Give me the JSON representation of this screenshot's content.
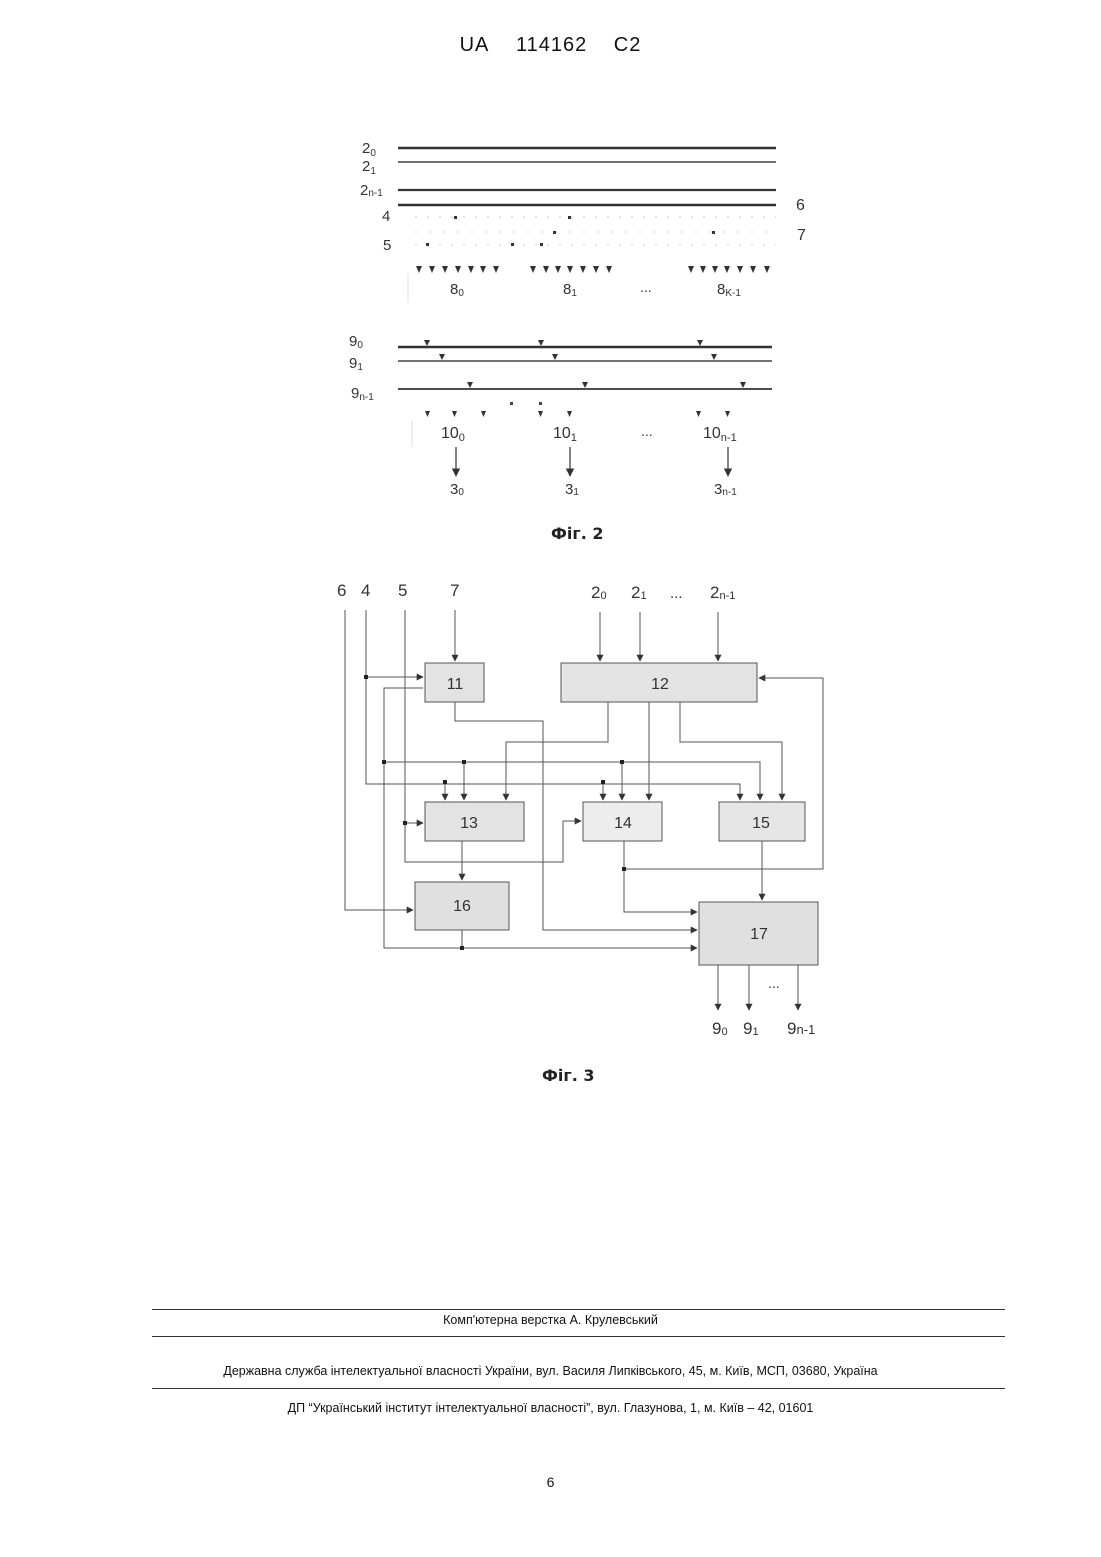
{
  "header": {
    "country": "UA",
    "number": "114162",
    "kind": "C2"
  },
  "fig2": {
    "caption": "Фіг. 2",
    "bus_labels_top": [
      {
        "base": "2",
        "sub": "0"
      },
      {
        "base": "2",
        "sub": "1"
      },
      {
        "base": "2",
        "sub": "n-1"
      }
    ],
    "line_labels": {
      "l4": "4",
      "l5": "5",
      "l6": "6",
      "l7": "7"
    },
    "blocks_8": [
      {
        "base": "8",
        "sub": "0"
      },
      {
        "base": "8",
        "sub": "1"
      },
      {
        "base": "8",
        "sub": "K-1"
      }
    ],
    "bus_labels_mid": [
      {
        "base": "9",
        "sub": "0"
      },
      {
        "base": "9",
        "sub": "1"
      },
      {
        "base": "9",
        "sub": "n-1"
      }
    ],
    "blocks_10": [
      {
        "base": "10",
        "sub": "0"
      },
      {
        "base": "10",
        "sub": "1"
      },
      {
        "base": "10",
        "sub": "n-1"
      }
    ],
    "outputs_3": [
      {
        "base": "3",
        "sub": "0"
      },
      {
        "base": "3",
        "sub": "1"
      },
      {
        "base": "3",
        "sub": "n-1"
      }
    ],
    "ellipsis": "..."
  },
  "fig3": {
    "caption": "Фіг. 3",
    "inputs_left": [
      "6",
      "4",
      "5",
      "7"
    ],
    "inputs_right": [
      {
        "base": "2",
        "sub": "0"
      },
      {
        "base": "2",
        "sub": "1"
      },
      {
        "base": "2",
        "sub": "n-1"
      }
    ],
    "blocks": [
      "11",
      "12",
      "13",
      "14",
      "15",
      "16",
      "17"
    ],
    "outputs": [
      {
        "base": "9",
        "sub": "0"
      },
      {
        "base": "9",
        "sub": "1"
      },
      {
        "base": "9",
        "sub": "n-1"
      }
    ],
    "ellipsis": "..."
  },
  "footer": {
    "layout_credit": "Комп'ютерна верстка А. Крулевський",
    "agency": "Державна служба інтелектуальної власності України, вул. Василя Липківського, 45, м. Київ, МСП, 03680, Україна",
    "institute": "ДП “Український інститут інтелектуальної власності”, вул. Глазунова, 1, м. Київ – 42, 01601",
    "page_number": "6"
  }
}
